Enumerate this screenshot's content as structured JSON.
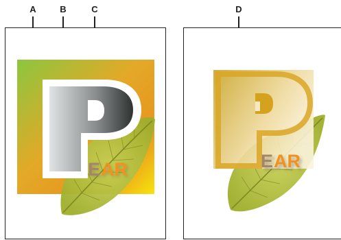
{
  "callouts": {
    "a": "A",
    "b": "B",
    "c": "C",
    "d": "D"
  },
  "artwork": {
    "left_panel": {
      "letter_p": "P",
      "word_ear": "EAR"
    },
    "right_panel": {
      "letter_p": "P",
      "word_ear": "EAR"
    }
  },
  "colors": {
    "frame_stroke": "#231f20",
    "gradient_green": "#8cc63f",
    "gradient_orange": "#e8951e",
    "gradient_yellow": "#f7e30f",
    "p_white_outline": "#ffffff",
    "p_dark": "#3a3d3b",
    "p_light": "#d5d8da",
    "leaf_green": "#b5c23c",
    "ear_brown": "#a5856a",
    "ear_orange": "#f2921e",
    "d_gold": "#d9a626"
  },
  "icons": [
    "leaf-icon"
  ]
}
